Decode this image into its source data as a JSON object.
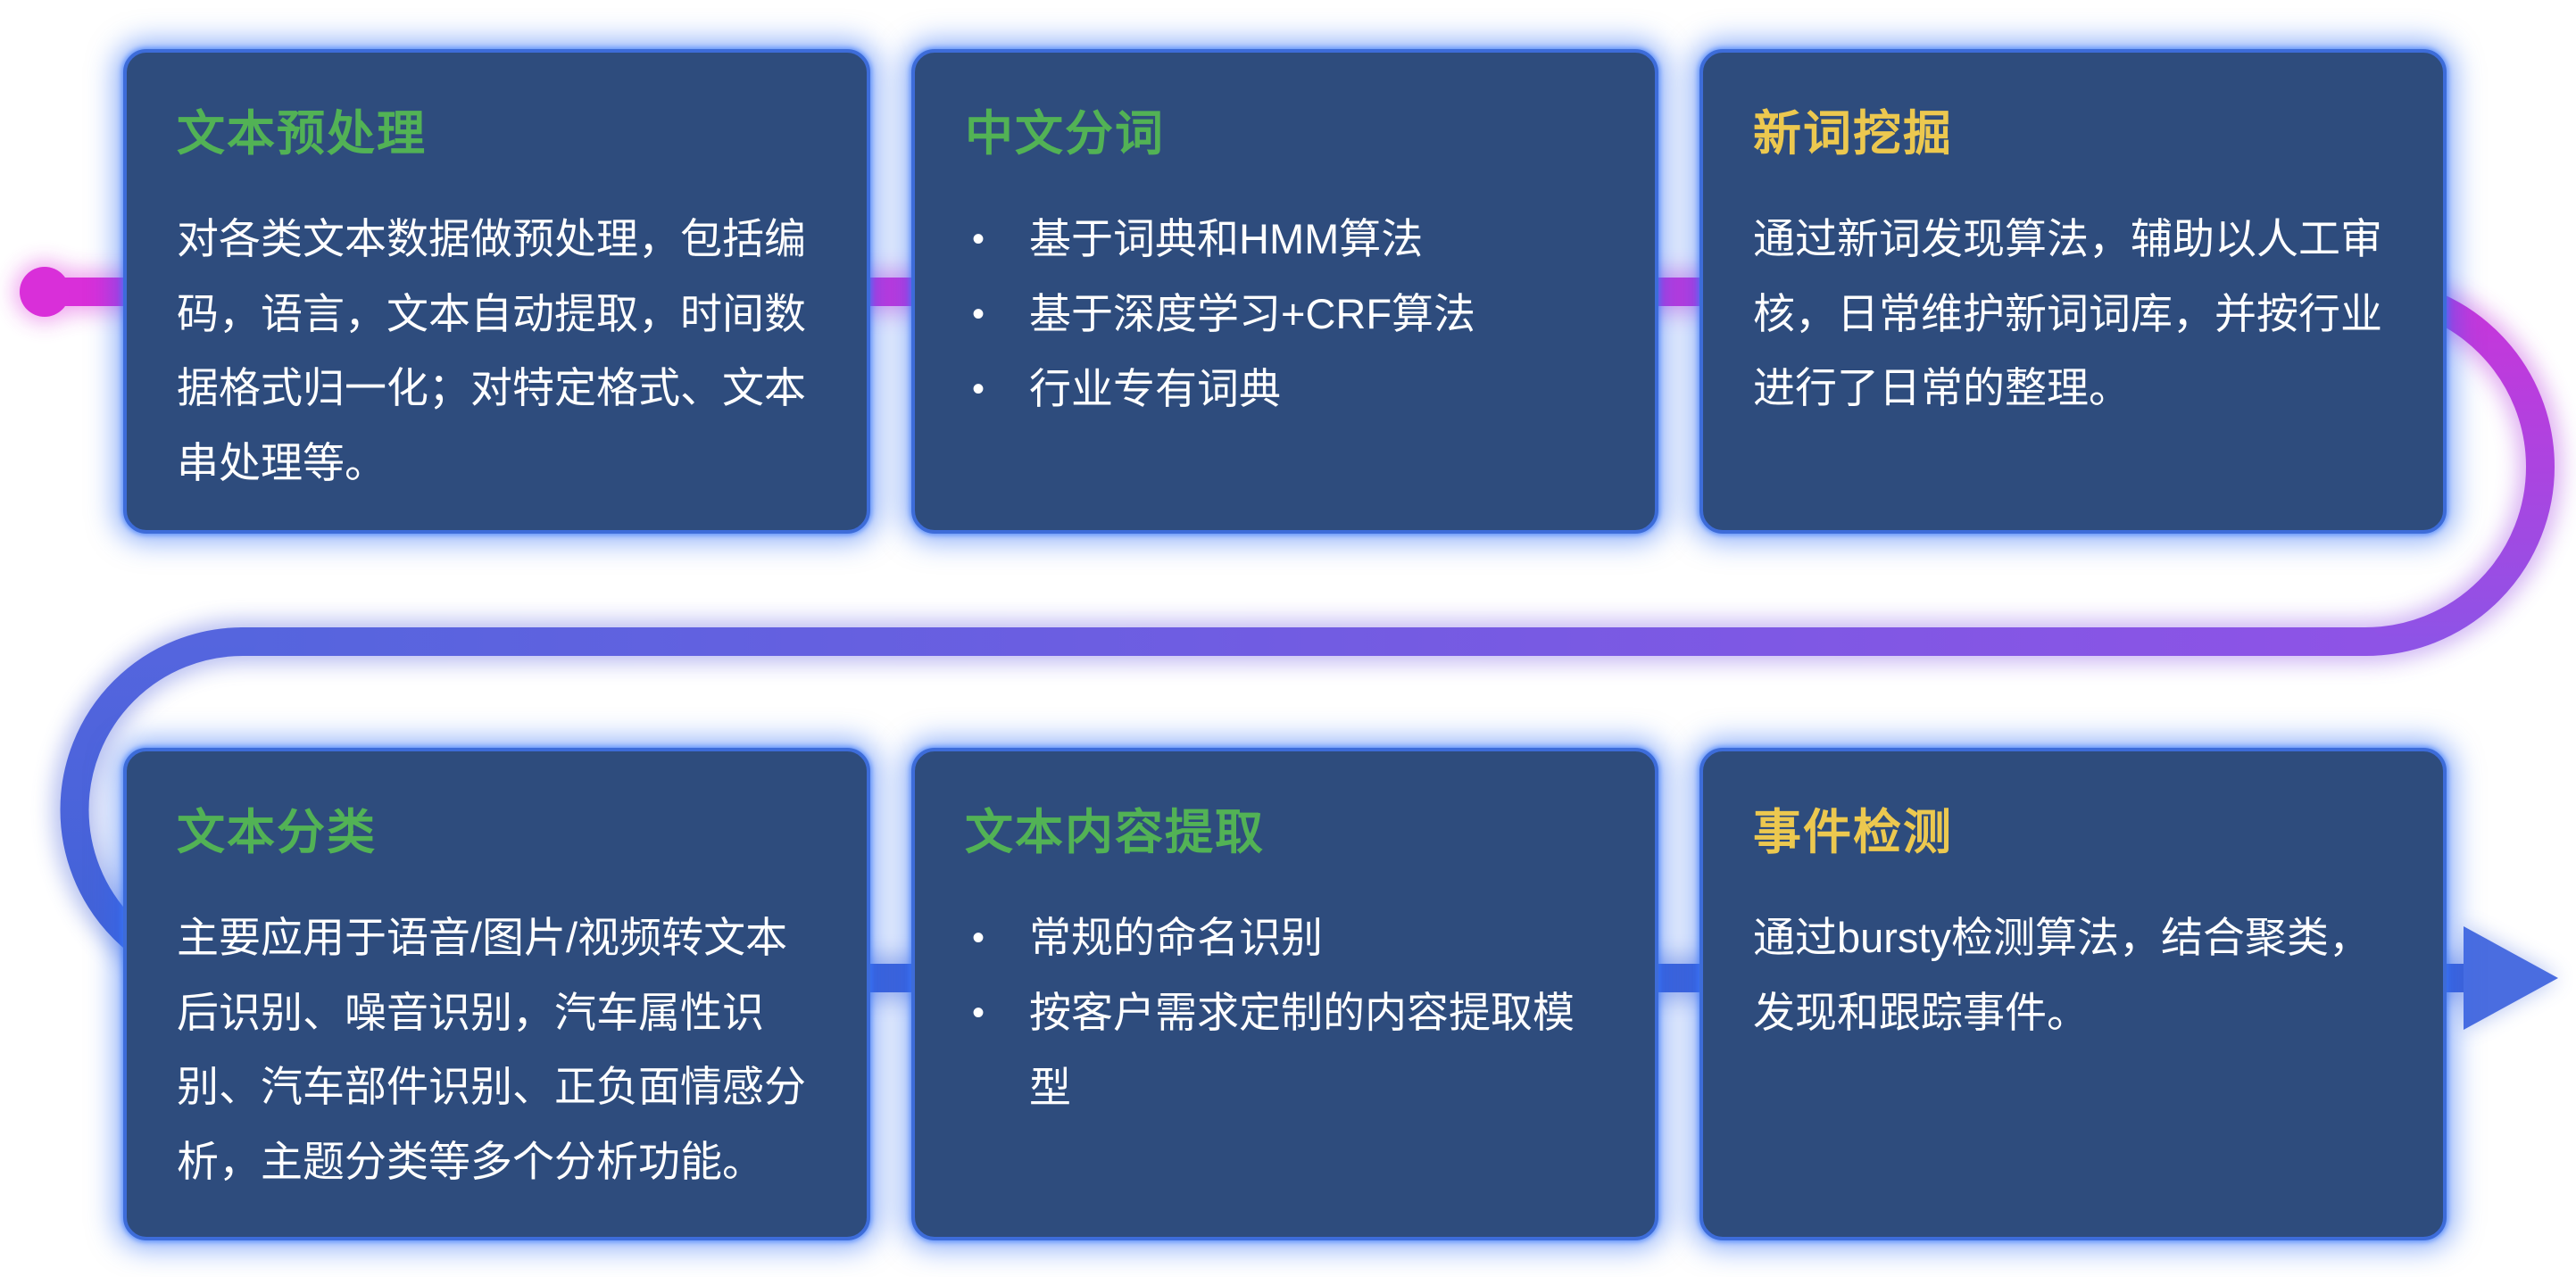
{
  "colors": {
    "card_background": "#2e4c7d",
    "card_border": "#3d6cd9",
    "card_glow": "#2a6af5",
    "title_green": "#52b255",
    "title_yellow": "#ecc84f",
    "body_text": "#ffffff",
    "flow_magenta": "#d92fd9",
    "flow_purple": "#8e53e6",
    "flow_blue": "#3f62d7",
    "flow_arrow_blue": "#4a6de0",
    "page_background": "#ffffff"
  },
  "bullet_char": "•",
  "cards": [
    {
      "title": "文本预处理",
      "title_color": "#52b255",
      "body": "对各类文本数据做预处理，包括编码，语言，文本自动提取，时间数据格式归一化；对特定格式、文本串处理等。"
    },
    {
      "title": "中文分词",
      "title_color": "#52b255",
      "bullets": [
        "基于词典和HMM算法",
        "基于深度学习+CRF算法",
        "行业专有词典"
      ]
    },
    {
      "title": "新词挖掘",
      "title_color": "#ecc84f",
      "body": "通过新词发现算法，辅助以人工审核，日常维护新词词库，并按行业进行了日常的整理。"
    },
    {
      "title": "文本分类",
      "title_color": "#52b255",
      "body": "主要应用于语音/图片/视频转文本后识别、噪音识别，汽车属性识别、汽车部件识别、正负面情感分析，主题分类等多个分析功能。"
    },
    {
      "title": "文本内容提取",
      "title_color": "#52b255",
      "bullets": [
        "常规的命名识别",
        "按客户需求定制的内容提取模型"
      ]
    },
    {
      "title": "事件检测",
      "title_color": "#ecc84f",
      "body": "通过bursty检测算法，结合聚类，发现和跟踪事件。"
    }
  ]
}
